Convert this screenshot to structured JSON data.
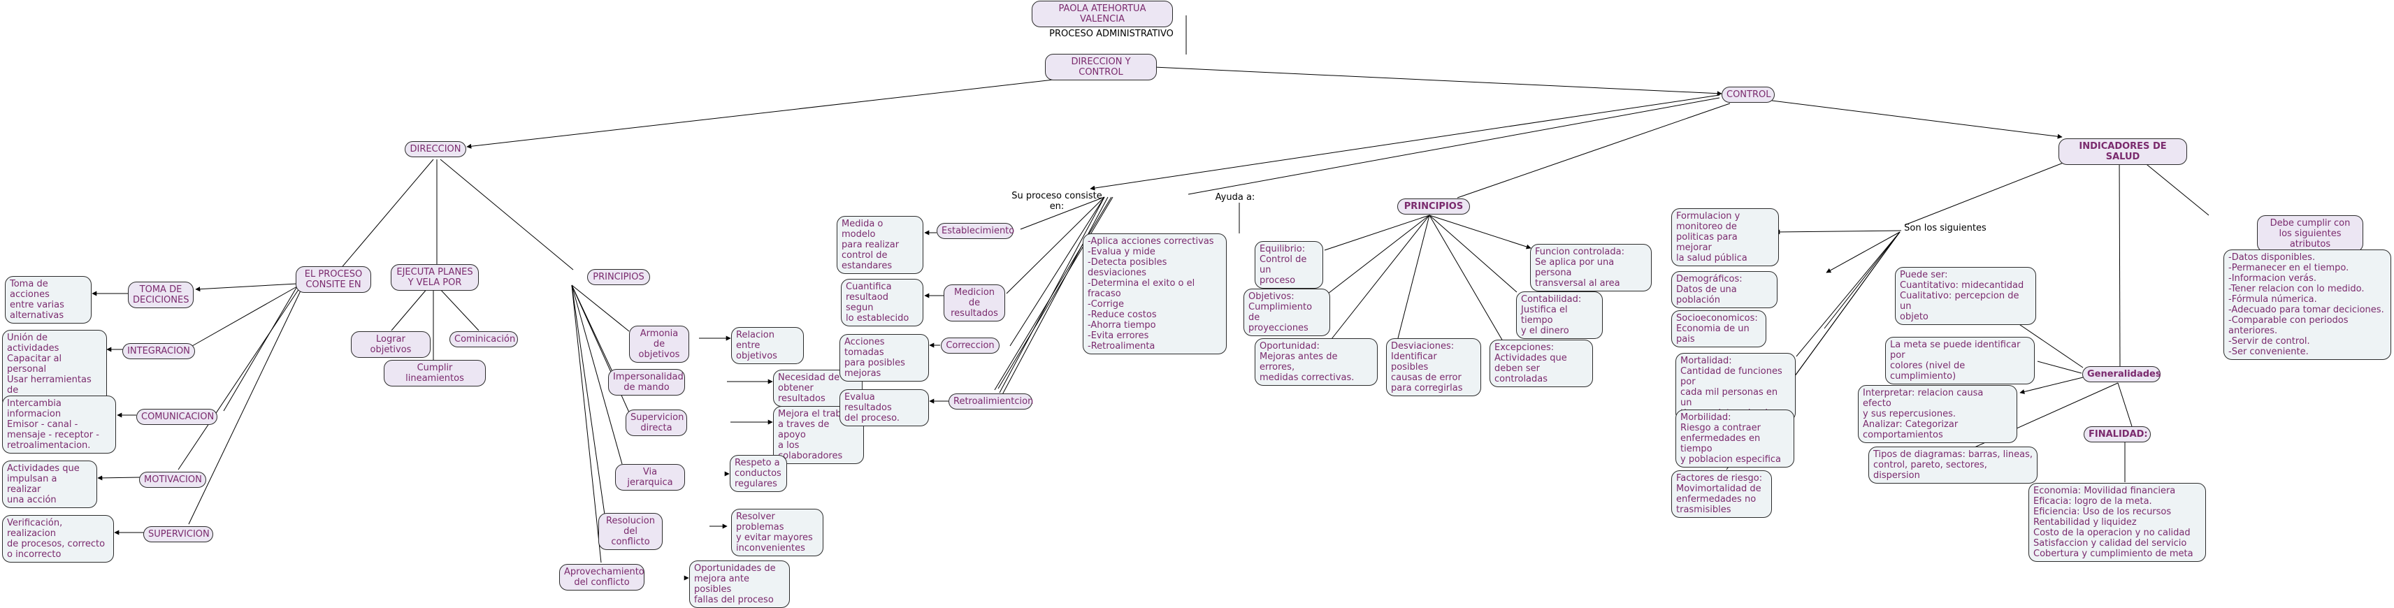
{
  "nodes": {
    "author": "PAOLA ATEHORTUA VALENCIA",
    "process": "PROCESO ADMINISTRATIVO",
    "root": "DIRECCION Y CONTROL",
    "direccion": "DIRECCION",
    "control": "CONTROL",
    "indicadores": "INDICADORES DE SALUD",
    "proceso_consiste": "EL PROCESO\nCONSITE EN",
    "ejecuta": "EJECUTA PLANES\nY VELA POR",
    "principios_dir": "PRINCIPIOS",
    "toma_decisiones": "TOMA DE\nDECICIONES",
    "integracion": "INTEGRACION",
    "comunicacion": "COMUNICACION",
    "motivacion": "MOTIVACION",
    "supervicion": "SUPERVICION",
    "toma_text": "Toma de acciones\nentre varias\nalternativas",
    "integracion_text": "Unión de actividades\nCapacitar al personal\nUsar herramientas de\ntrabajo.",
    "comunicacion_text": "Intercambia informacion\nEmisor - canal -\nmensaje - receptor -\nretroalimentacion.",
    "motivacion_text": "Actividades que\nimpulsan a realizar\nuna acción",
    "supervicion_text": "Verificación, realizacion\nde procesos, correcto\no incorrecto",
    "lograr": "Lograr objetivos",
    "cominicacion": "Cominicación",
    "cumplir": "Cumplir lineamientos",
    "armonia": "Armonia de\nobjetivos",
    "armonia_r": "Relacion entre\nobjetivos",
    "impersonalidad": "Impersonalidad\nde mando",
    "impersonalidad_r": "Necesidad de\nobtener resultados",
    "supervicion_directa": "Supervicion\ndirecta",
    "supervicion_directa_r": "Mejora el trabajo\na traves de apoyo\na los colaboradores",
    "via": "Via jerarquica",
    "via_r": "Respeto a\nconductos\nregulares",
    "resolucion": "Resolucion\ndel conflicto",
    "resolucion_r": "Resolver problemas\ny evitar mayores\ninconvenientes",
    "aprovechamiento": "Aprovechamiento\ndel conflicto",
    "aprovechamiento_r": "Oportunidades de\nmejora ante posibles\nfallas del proceso",
    "su_proceso": "Su proceso consiste en:",
    "ayuda": "Ayuda a:",
    "establecimiento": "Establecimiento",
    "establecimiento_text": "Medida o modelo\npara realizar\ncontrol de\nestandares",
    "medicion": "Medicion de\nresultados",
    "medicion_text": "Cuantifica\nresultaod segun\nlo establecido",
    "correccion": "Correccion",
    "correccion_text": "Acciones tomadas\npara posibles\nmejoras",
    "retroalimentacion": "Retroalimientcion",
    "retro_text": "Evalua resultados\ndel proceso.",
    "ayuda_text": "-Aplica acciones correctivas\n-Evalua y mide\n-Detecta posibles desviaciones\n-Determina el exito o el fracaso\n-Corrige\n-Reduce costos\n-Ahorra tiempo\n-Evita errores\n-Retroalimenta",
    "principios_ctrl": "PRINCIPIOS",
    "equilibrio": "Equilibrio:\nControl de un\nproceso",
    "objetivos": "Objetivos:\nCumplimiento de\nproyecciones",
    "oportunidad": "Oportunidad:\nMejoras antes de errores,\nmedidas correctivas.",
    "desviaciones": "Desviaciones:\nIdentificar posibles\ncausas de error\npara corregirlas",
    "excepciones": "Excepciones:\nActividades que\ndeben ser controladas",
    "contabilidad": "Contabilidad:\nJustifica el tiempo\ny el dinero",
    "funcion": "Funcion controlada:\nSe aplica por una persona\ntransversal al area",
    "son": "Son los siguientes",
    "formulacion": "Formulacion y\nmonitoreo de\npoliticas para mejorar\nla salud pública",
    "demograficos": "Demográficos:\nDatos de una población",
    "socioeconomicos": "Socioeconomicos:\nEconomia de un pais",
    "mortalidad": "Mortalidad:\nCantidad de funciones por\ncada mil personas en un\ntiempo determinado.",
    "morbilidad": "Morbilidad:\nRiesgo a contraer\nenfermedades en tiempo\ny poblacion especifica",
    "factores": "Factores de riesgo:\nMovimortalidad de\nenfermedades no\ntrasmisibles",
    "puede_ser": "Puede ser:\nCuantitativo: midecantidad\nCualitativo: percepcion de un\nobjeto",
    "meta": "La meta se puede identificar por\ncolores (nivel de cumplimiento)",
    "generalidades": "Generalidades",
    "interpretar": "Interpretar: relacion causa efecto\ny sus repercusiones.\nAnalizar: Categorizar\ncomportamientos",
    "tipos": "Tipos de diagramas: barras, lineas,\ncontrol, pareto, sectores, dispersion",
    "finalidad": "FINALIDAD:",
    "economia": "Economia: Movilidad financiera\nEficacia: logro de la meta.\nEficiencia: Uso de los recursos\nRentabilidad y liquidez\nCosto de la operacion y no calidad\nSatisfaccion y calidad del servicio\nCobertura y cumplimiento de meta",
    "atributos": "Debe cumplir con\nlos siguientes atributos",
    "atributos_text": "-Datos disponibles.\n-Permanecer en el tiempo.\n-Informacion verás.\n-Tener relacion con lo medido.\n-Fórmula númerica.\n-Adecuado para tomar deciciones.\n-Comparable con periodos anteriores.\n-Servir de control.\n-Ser conveniente."
  }
}
